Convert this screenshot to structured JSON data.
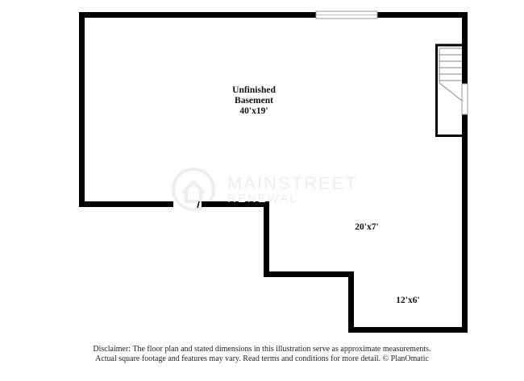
{
  "rooms": [
    {
      "name": "Unfinished",
      "name2": "Basement",
      "size": "40'x19'"
    },
    {
      "size": "20'x7'"
    },
    {
      "size": "12'x6'"
    }
  ],
  "watermark": {
    "line1": "MAINSTREET",
    "line2": "RENEWAL"
  },
  "disclaimer": {
    "line1": "Disclaimer: The floor plan and stated dimensions in this illustration serve as approximate measurements.",
    "line2": "Actual square footage and features may vary. Read terms and conditions for more detail. © PlanOmatic"
  },
  "colors": {
    "wall": "#000000",
    "watermark": "#eeeeee"
  }
}
